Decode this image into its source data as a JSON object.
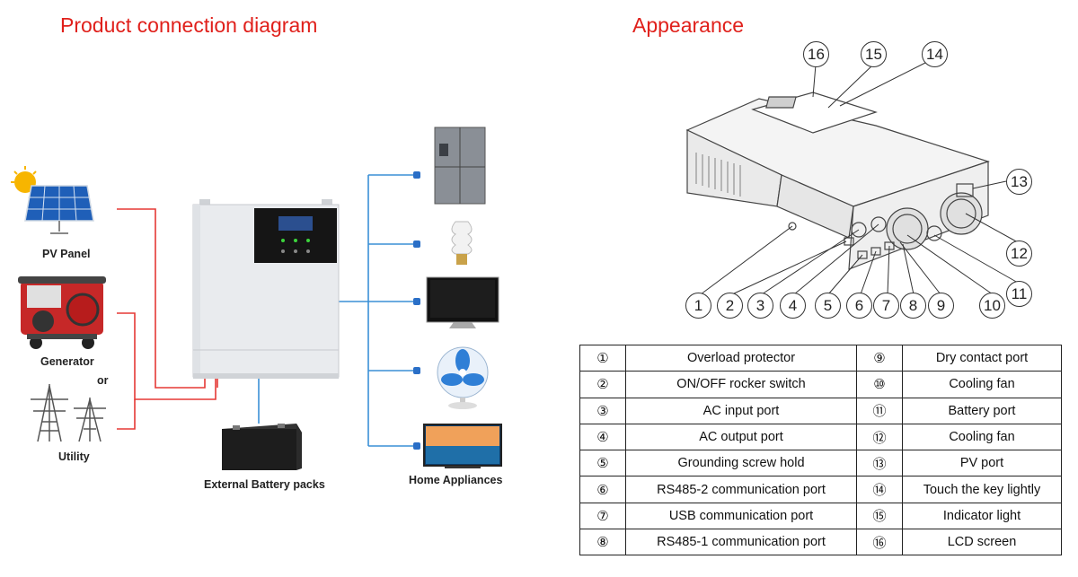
{
  "left_title": "Product connection diagram",
  "right_title": "Appearance",
  "labels": {
    "pv_panel": "PV Panel",
    "generator": "Generator",
    "or": "or",
    "utility": "Utility",
    "battery": "External Battery packs",
    "home": "Home Appliances"
  },
  "callouts": [
    "1",
    "2",
    "3",
    "4",
    "5",
    "6",
    "7",
    "8",
    "9",
    "10",
    "11",
    "12",
    "13",
    "14",
    "15",
    "16"
  ],
  "legend": [
    {
      "n1": "①",
      "d1": "Overload protector",
      "n2": "⑨",
      "d2": "Dry contact port"
    },
    {
      "n1": "②",
      "d1": "ON/OFF rocker switch",
      "n2": "⑩",
      "d2": "Cooling fan"
    },
    {
      "n1": "③",
      "d1": "AC input port",
      "n2": "⑪",
      "d2": "Battery port"
    },
    {
      "n1": "④",
      "d1": "AC output port",
      "n2": "⑫",
      "d2": "Cooling fan"
    },
    {
      "n1": "⑤",
      "d1": "Grounding screw hold",
      "n2": "⑬",
      "d2": "PV port"
    },
    {
      "n1": "⑥",
      "d1": "RS485-2 communication port",
      "n2": "⑭",
      "d2": "Touch the key lightly"
    },
    {
      "n1": "⑦",
      "d1": "USB communication port",
      "n2": "⑮",
      "d2": "Indicator light"
    },
    {
      "n1": "⑧",
      "d1": "RS485-1 communication port",
      "n2": "⑯",
      "d2": "LCD screen"
    }
  ],
  "colors": {
    "title": "#e0201b",
    "red_wire": "#e53935",
    "blue_wire": "#3a8fd6"
  }
}
